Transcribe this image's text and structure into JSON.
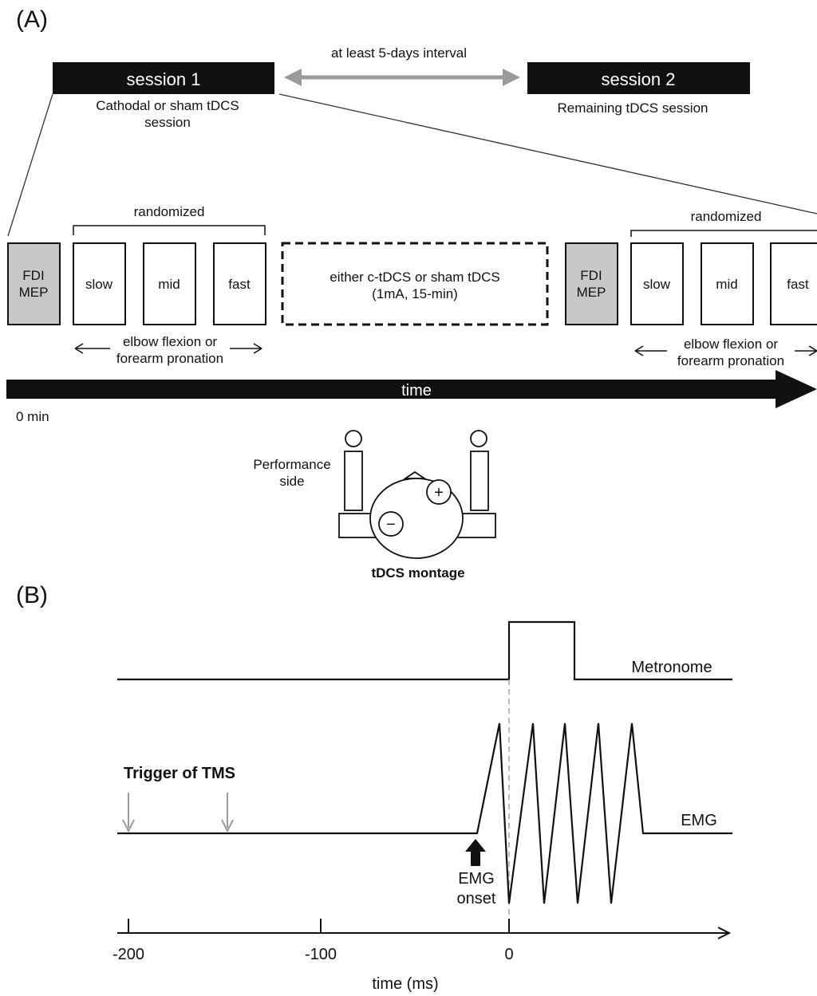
{
  "panel_a": {
    "label": "(A)",
    "interval_label": "at least 5-days interval",
    "session1": {
      "title": "session 1",
      "desc_line1": "Cathodal or sham tDCS",
      "desc_line2": "session"
    },
    "session2": {
      "title": "session 2",
      "desc_line1": "Remaining tDCS session"
    },
    "block1": {
      "randomized_label": "randomized",
      "mep_line1": "FDI",
      "mep_line2": "MEP",
      "speeds": [
        "slow",
        "mid",
        "fast"
      ],
      "task_line1": "elbow flexion or",
      "task_line2": "forearm pronation"
    },
    "stimulation": {
      "line1": "either c-tDCS or sham tDCS",
      "line2": "(1mA, 15-min)"
    },
    "block2": {
      "randomized_label": "randomized",
      "mep_line1": "FDI",
      "mep_line2": "MEP",
      "speeds": [
        "slow",
        "mid",
        "fast"
      ],
      "task_line1": "elbow flexion or",
      "task_line2": "forearm pronation"
    },
    "timeline": {
      "label": "time",
      "start_label": "0 min"
    },
    "montage": {
      "side_line1": "Performance",
      "side_line2": "side",
      "anode_symbol": "+",
      "cathode_symbol": "−",
      "caption": "tDCS montage"
    }
  },
  "panel_b": {
    "label": "(B)",
    "metronome_label": "Metronome",
    "emg_label": "EMG",
    "trigger_label": "Trigger of TMS",
    "onset_line1": "EMG",
    "onset_line2": "onset",
    "axis": {
      "ticks": [
        "-200",
        "-100",
        "0"
      ],
      "xlabel": "time (ms)"
    }
  },
  "colors": {
    "black": "#111111",
    "gray_box": "#c8c8c8",
    "gray_arrow": "#9a9a9a"
  }
}
